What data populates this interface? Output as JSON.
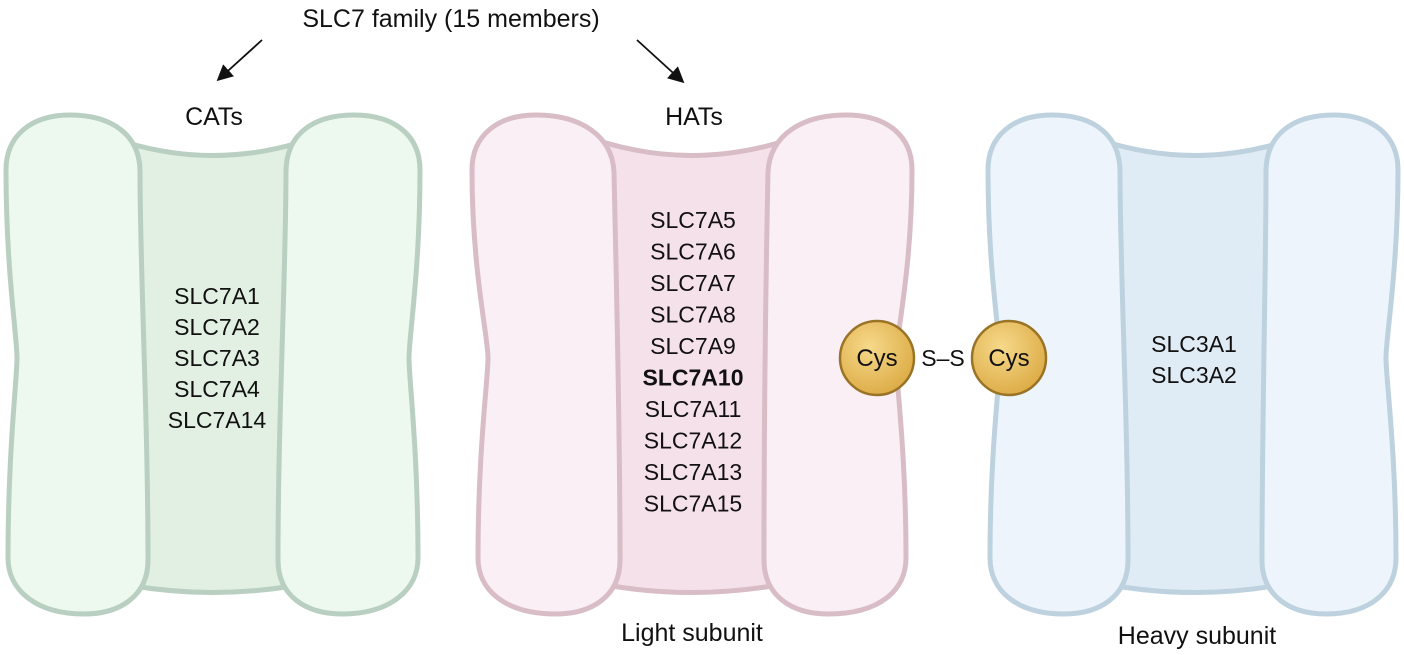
{
  "title": "SLC7 family (15 members)",
  "groups": [
    {
      "label": "CATs",
      "colors": {
        "fill": "#edf9ee",
        "core": "#e1f0e2",
        "stroke": "#b9cfc1"
      },
      "members": [
        {
          "text": "SLC7A1",
          "bold": false
        },
        {
          "text": "SLC7A2",
          "bold": false
        },
        {
          "text": "SLC7A3",
          "bold": false
        },
        {
          "text": "SLC7A4",
          "bold": false
        },
        {
          "text": "SLC7A14",
          "bold": false
        }
      ]
    },
    {
      "label": "HATs",
      "caption": "Light subunit",
      "colors": {
        "fill": "#fbeff6",
        "core": "#f5e1ea",
        "stroke": "#d8bcc6"
      },
      "members": [
        {
          "text": "SLC7A5",
          "bold": false
        },
        {
          "text": "SLC7A6",
          "bold": false
        },
        {
          "text": "SLC7A7",
          "bold": false
        },
        {
          "text": "SLC7A8",
          "bold": false
        },
        {
          "text": "SLC7A9",
          "bold": false
        },
        {
          "text": "SLC7A10",
          "bold": true
        },
        {
          "text": "SLC7A11",
          "bold": false
        },
        {
          "text": "SLC7A12",
          "bold": false
        },
        {
          "text": "SLC7A13",
          "bold": false
        },
        {
          "text": "SLC7A15",
          "bold": false
        }
      ]
    },
    {
      "caption": "Heavy subunit",
      "colors": {
        "fill": "#edf4fb",
        "core": "#e0ecf5",
        "stroke": "#bdd2de"
      },
      "members": [
        {
          "text": "SLC3A1",
          "bold": false
        },
        {
          "text": "SLC3A2",
          "bold": false
        }
      ]
    }
  ],
  "disulfide": {
    "left": "Cys",
    "bond": "S–S",
    "right": "Cys",
    "colors": {
      "fill": "#e8bb55",
      "stroke": "#9a7426"
    }
  }
}
